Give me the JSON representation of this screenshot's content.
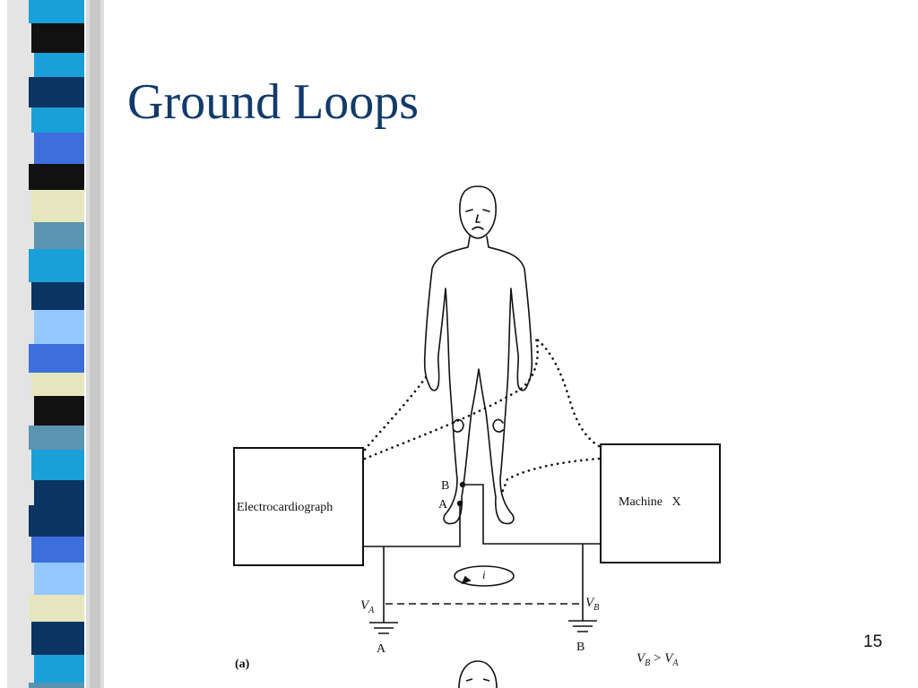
{
  "slide": {
    "title": "Ground Loops",
    "page_number": "15"
  },
  "colors": {
    "title": "#123a6b",
    "stripe_palette": [
      "#1aa0d8",
      "#3c6fdc",
      "#0a3462",
      "#e6e6be",
      "#5a94b0",
      "#95c8ff",
      "#111111"
    ]
  },
  "diagram": {
    "electrocardiograph_label": "Electrocardiograph",
    "machine_label": "Machine   X",
    "electrode_b": "B",
    "electrode_a": "A",
    "current_label": "i",
    "voltage_a": "V",
    "voltage_a_sub": "A",
    "voltage_b": "V",
    "voltage_b_sub": "B",
    "ground_a": "A",
    "ground_b": "B",
    "panel_label": "(a)",
    "relation_lhs": "V",
    "relation_lhs_sub": "B",
    "relation_op": " > ",
    "relation_rhs": "V",
    "relation_rhs_sub": "A"
  }
}
